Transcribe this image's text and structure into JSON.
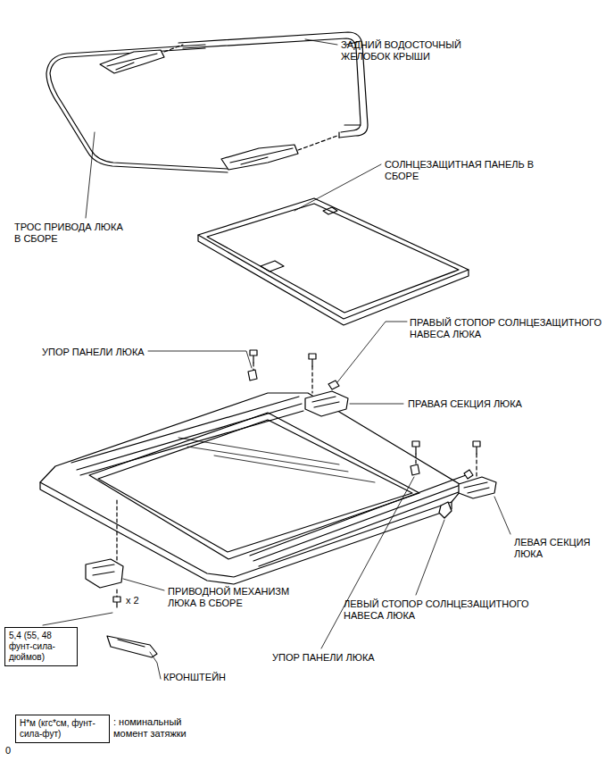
{
  "diagram": {
    "nodes": [
      {
        "text": [
          "5,4 (55, 48 фунт-сила-дюймов)"
        ]
      },
      {
        "text": [
          "Н*м (кгс*см, фунт-сила-фут)"
        ]
      }
    ],
    "labels": [
      "ЗАДНИЙ ВОДОСТОЧНЫЙ ЖЕЛОБОК КРЫШИ",
      "СОЛНЦЕЗАЩИТНАЯ ПАНЕЛЬ В СБОРЕ",
      "ТРОС ПРИВОДА ЛЮКА В СБОРЕ",
      "ПРАВЫЙ СТОПОР СОЛНЦЕЗАЩИТНОГО НАВЕСА ЛЮКА",
      "УПОР ПАНЕЛИ ЛЮКА",
      "ПРАВАЯ СЕКЦИЯ ЛЮКА",
      "ЛЕВАЯ СЕКЦИЯ ЛЮКА",
      "ЛЕВЫЙ СТОПОР СОЛНЦЕЗАЩИТНОГО НАВЕСА ЛЮКА",
      "ПРИВОДНОЙ МЕХАНИЗМ ЛЮКА В СБОРЕ",
      "x 2",
      "КРОНШТЕЙН",
      "УПОР ПАНЕЛИ ЛЮКА",
      ": номинальный момент затяжки",
      "0"
    ]
  }
}
